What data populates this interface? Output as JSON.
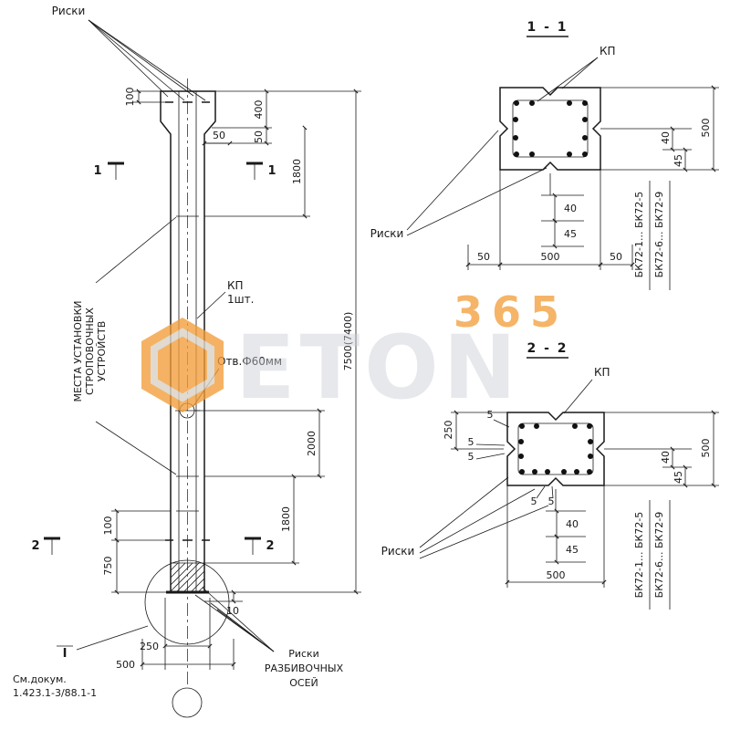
{
  "colors": {
    "line": "#191919",
    "watermark_orange": "#f29d38",
    "watermark_gray": "#c9ced4"
  },
  "watermark": {
    "number": "365",
    "logo_text": "ETON"
  },
  "elevation": {
    "riski_top": "Риски",
    "kp_line1": "КП",
    "kp_line2": "1шт.",
    "hole_label": "Отв.Ф60мм",
    "strop_line1": "МЕСТА УСТАНОВКИ",
    "strop_line2": "СТРОПОВОЧНЫХ",
    "strop_line3": "УСТРОЙСТВ",
    "axes_line1": "Риски",
    "axes_line2": "РАЗБИВОЧНЫХ",
    "axes_line3": "ОСЕЙ",
    "doc_line1": "См.докум.",
    "doc_line2": "1.423.1-3/88.1-1",
    "detail_mark": "I",
    "cut1": "1",
    "cut2": "2",
    "dims": {
      "top_offset": "100",
      "cap_height": "400",
      "cap_offset_h": "50",
      "cap_offset_v": "50",
      "upper_1800": "1800",
      "total": "7500(7400)",
      "mid_2000": "2000",
      "lower_1800": "1800",
      "bottom_100": "100",
      "bottom_750": "750",
      "foot_10": "10",
      "base_250": "250",
      "base_500": "500"
    }
  },
  "section1": {
    "title": "1 - 1",
    "kp": "КП",
    "riski": "Риски",
    "dims": {
      "right_40": "40",
      "right_45": "45",
      "right_500": "500",
      "below_40": "40",
      "below_45": "45",
      "bottom_50l": "50",
      "bottom_500": "500",
      "bottom_50r": "50"
    },
    "series1": "БК72-1... БК72-5",
    "series2": "БК72-6... БК72-9"
  },
  "section2": {
    "title": "2 - 2",
    "kp": "КП",
    "riski": "Риски",
    "dims": {
      "left_250": "250",
      "five_a": "5",
      "five_b": "5",
      "five_c": "5",
      "five_d": "5",
      "five_e": "5",
      "right_40": "40",
      "right_45": "45",
      "right_500": "500",
      "below_40": "40",
      "below_45": "45",
      "bottom_500": "500"
    },
    "series1": "БК72-1... БК72-5",
    "series2": "БК72-6... БК72-9"
  }
}
